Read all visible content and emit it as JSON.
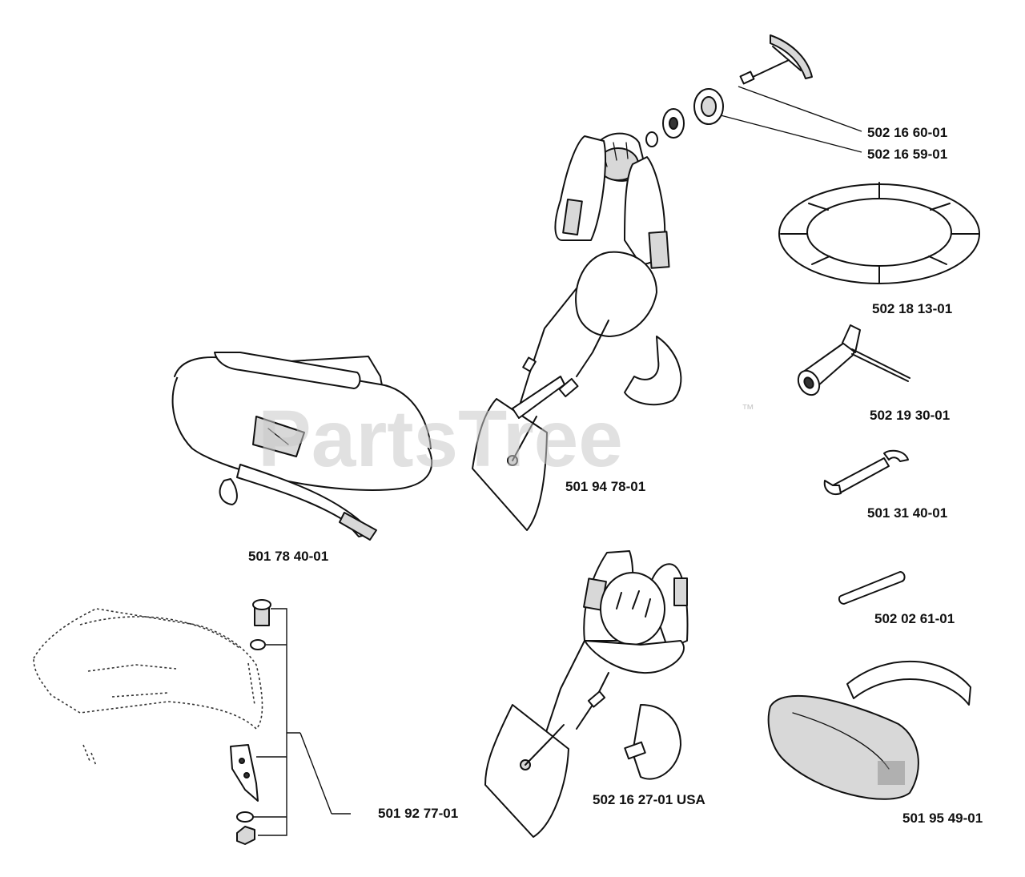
{
  "watermark": {
    "text": "PartsTree",
    "trademark": "™"
  },
  "parts": [
    {
      "id": "p1",
      "number": "502 16 60-01",
      "icon": "t-handle-wrench-icon"
    },
    {
      "id": "p2",
      "number": "502 16 59-01",
      "icon": "nut-washer-set-icon"
    },
    {
      "id": "p3",
      "number": "502 18 13-01",
      "icon": "ring-guard-icon"
    },
    {
      "id": "p4",
      "number": "502 19 30-01",
      "icon": "socket-wrench-icon"
    },
    {
      "id": "p5",
      "number": "501 31 40-01",
      "icon": "open-end-wrench-icon"
    },
    {
      "id": "p6",
      "number": "502 02 61-01",
      "icon": "pin-rod-icon"
    },
    {
      "id": "p7",
      "number": "501 95 49-01",
      "icon": "ear-protector-icon"
    },
    {
      "id": "p8",
      "number": "501 94 78-01",
      "icon": "shoulder-harness-icon"
    },
    {
      "id": "p9",
      "number": "501 78 40-01",
      "icon": "hip-belt-icon"
    },
    {
      "id": "p10",
      "number": "502 16 27-01 USA",
      "icon": "harness-usa-icon"
    },
    {
      "id": "p11",
      "number": "501 92 77-01",
      "icon": "guard-kit-icon"
    }
  ]
}
